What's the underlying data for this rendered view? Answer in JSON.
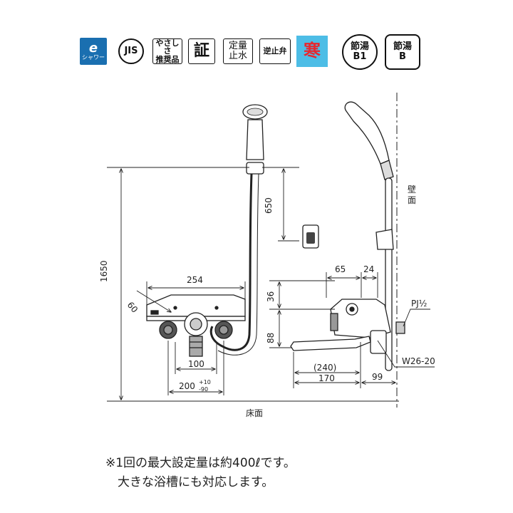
{
  "badges": {
    "eco_shower": {
      "main": "e",
      "sub": "シャワー"
    },
    "jis": "JIS",
    "yasashisa": {
      "line1": "やさしさ",
      "line2": "推奨品"
    },
    "sho": "証",
    "teiryo": {
      "line1": "定量",
      "line2": "止水"
    },
    "gyakushi": "逆止弁",
    "kan": "寒",
    "setsuyu_b1": {
      "line1": "節湯",
      "line2": "B1"
    },
    "setsuyu_b": {
      "line1": "節湯",
      "line2": "B"
    }
  },
  "dimensions": {
    "total_height": "1650",
    "holder_height": "650",
    "body_width": "254",
    "angle": "60",
    "center_width": "100",
    "pitch": "200",
    "pitch_tol_plus": "+10",
    "pitch_tol_minus": "-90",
    "depth_65": "65",
    "depth_24": "24",
    "height_36": "36",
    "height_88": "88",
    "spout_240": "(240)",
    "spout_170": "170",
    "wall_99": "99"
  },
  "labels": {
    "wall": "壁面",
    "floor": "床面",
    "pj": "PJ½",
    "w": "W26-20"
  },
  "note": {
    "line1": "※1回の最大設定量は約400ℓです。",
    "line2": "大きな浴槽にも対応します。"
  },
  "colors": {
    "eco": "#1a6fb0",
    "cold_bg": "#4dbde6",
    "cold_text": "#e8262e"
  }
}
